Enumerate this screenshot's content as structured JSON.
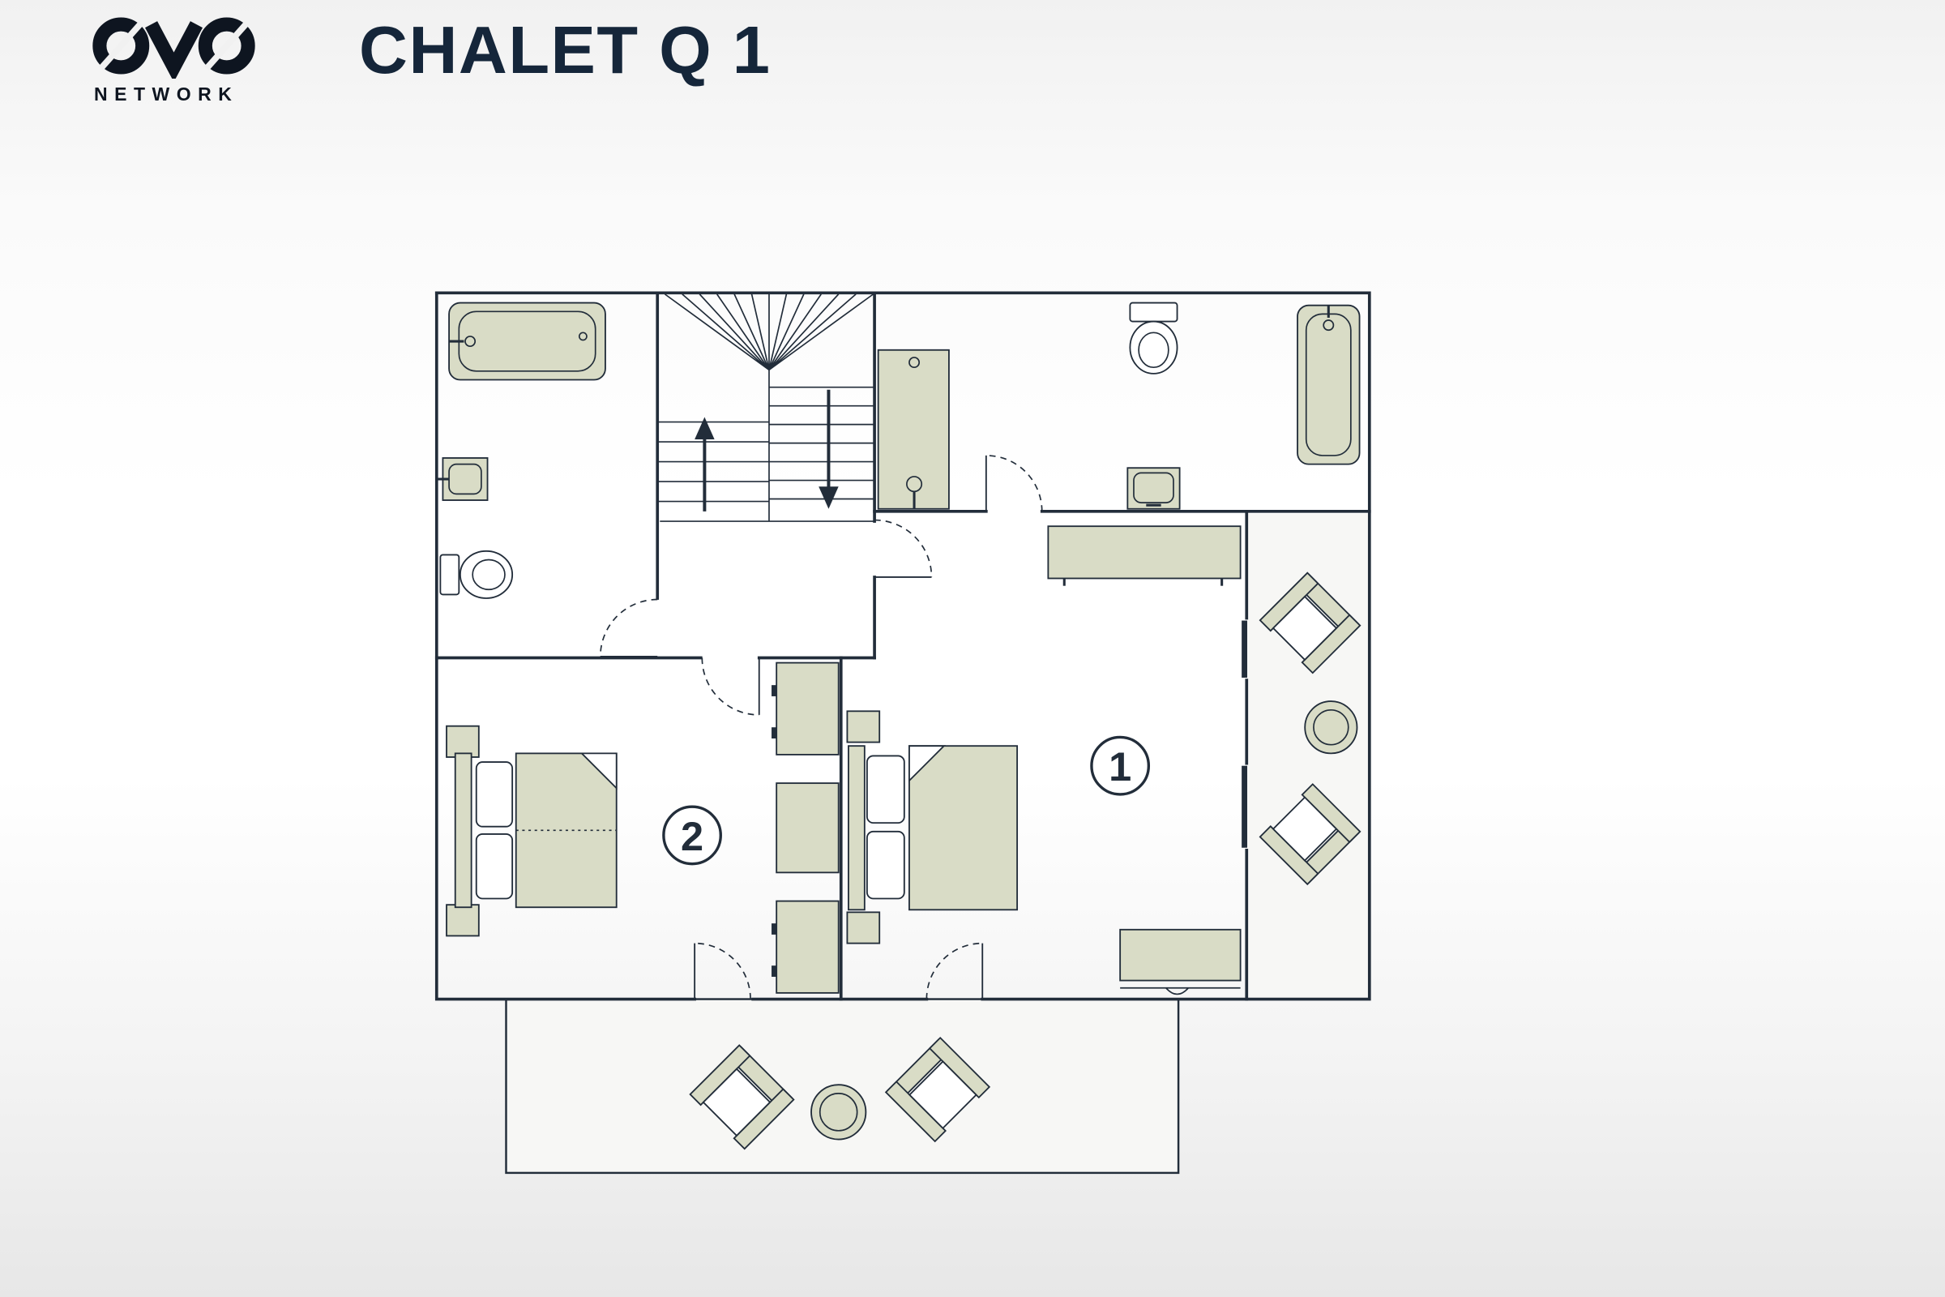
{
  "header": {
    "brand_name": "NETWORK",
    "title": "CHALET Q 1"
  },
  "floorplan": {
    "rooms": [
      {
        "number": "1"
      },
      {
        "number": "2"
      }
    ],
    "icons": [
      "ovo-logo-icon",
      "bathtub-icon",
      "shower-icon",
      "toilet-icon",
      "washbasin-icon",
      "staircase-icon",
      "up-arrow-icon",
      "down-arrow-icon",
      "double-bed-icon",
      "nightstand-icon",
      "wardrobe-icon",
      "sideboard-icon",
      "bench-icon",
      "lounge-chair-icon",
      "round-table-icon",
      "door-arc-icon",
      "sliding-door-icon"
    ]
  },
  "colors": {
    "ink": "#15263a",
    "wall": "#222d3a",
    "furniture": "#d9dcc6",
    "outdoor": "#f7f7f5",
    "logo": "#0e1520"
  }
}
